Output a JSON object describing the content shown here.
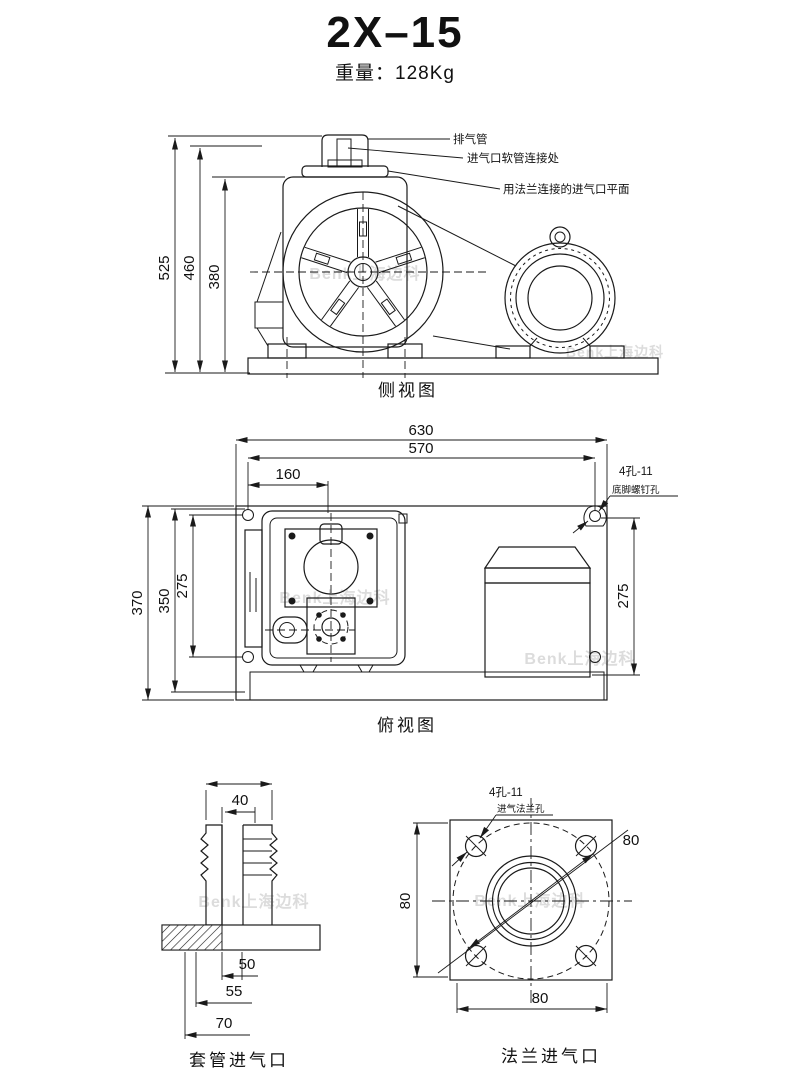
{
  "page": {
    "title": "2X–15",
    "weight": "重量：128Kg",
    "watermark": "Benk上海边科"
  },
  "side_view": {
    "caption": "侧视图",
    "dims": {
      "d525": "525",
      "d460": "460",
      "d380": "380"
    },
    "labels": {
      "exhaust": "排气管",
      "hose_joint": "进气口软管连接处",
      "flange_plane": "用法兰连接的进气口平面"
    }
  },
  "top_view": {
    "caption": "俯视图",
    "dims": {
      "d630": "630",
      "d570": "570",
      "d160": "160",
      "d370": "370",
      "d350": "350",
      "d275_left": "275",
      "d275_right": "275"
    },
    "labels": {
      "holes": "4孔-11",
      "holes_note": "底脚螺钉孔"
    }
  },
  "sleeve_view": {
    "caption": "套管进气口",
    "dims": {
      "d40": "40",
      "d50": "50",
      "d55": "55",
      "d70": "70"
    }
  },
  "flange_view": {
    "caption": "法兰进气口",
    "labels": {
      "holes": "4孔-11",
      "holes_note": "进气法兰孔"
    },
    "dims": {
      "d80_left": "80",
      "d80_bottom": "80",
      "d80_diag": "80"
    }
  }
}
